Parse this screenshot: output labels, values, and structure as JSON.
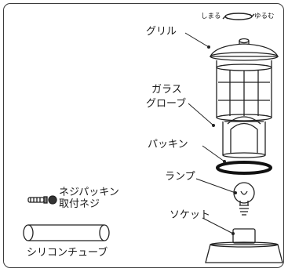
{
  "rotation": {
    "close_label": "しまる",
    "open_label": "ゆるむ"
  },
  "parts": {
    "grille": "グリル",
    "glass_globe_line1": "ガラス",
    "glass_globe_line2": "グローブ",
    "packing": "パッキン",
    "lamp": "ランプ",
    "socket": "ソケット"
  },
  "accessories": {
    "screw_line1": "ネジパッキン",
    "screw_line2": "取付ネジ",
    "tube": "シリコンチューブ"
  }
}
